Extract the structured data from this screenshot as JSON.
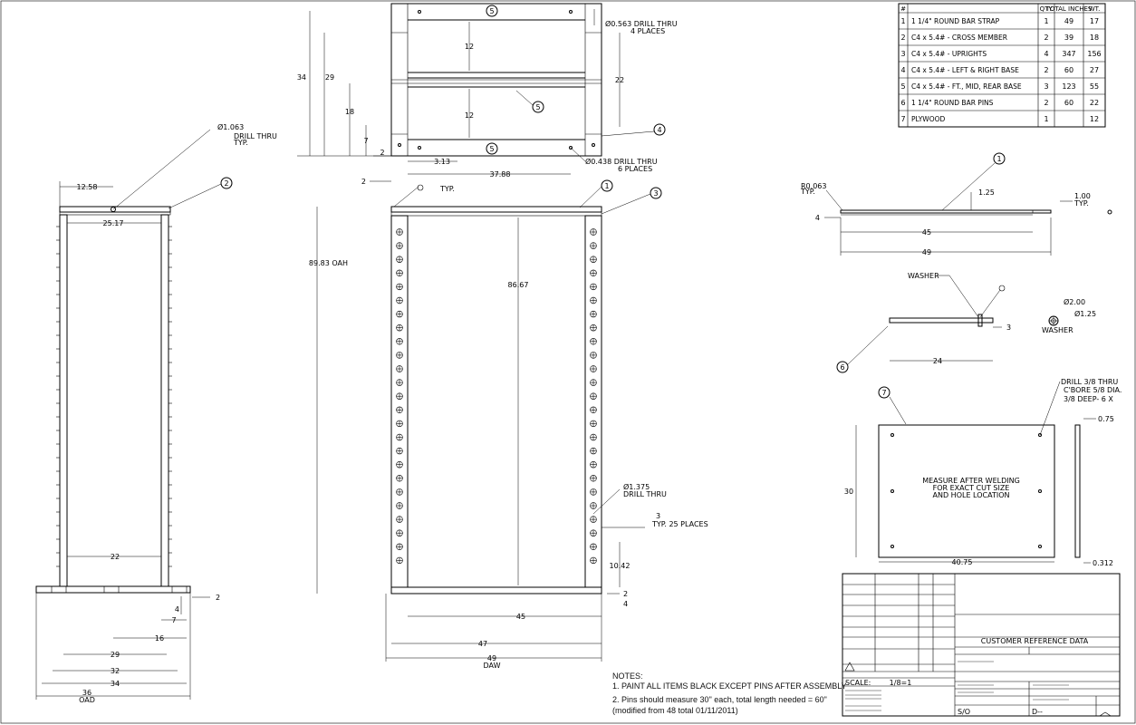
{
  "bom": {
    "headers": [
      "#",
      "",
      "QTY.",
      "TOTAL INCHES",
      "WT."
    ],
    "rows": [
      {
        "num": "1",
        "desc": "1 1/4\" ROUND BAR STRAP",
        "qty": "1",
        "inches": "49",
        "wt": "17"
      },
      {
        "num": "2",
        "desc": "C4 x 5.4# - CROSS MEMBER",
        "qty": "2",
        "inches": "39",
        "wt": "18"
      },
      {
        "num": "3",
        "desc": "C4 x 5.4# - UPRIGHTS",
        "qty": "4",
        "inches": "347",
        "wt": "156"
      },
      {
        "num": "4",
        "desc": "C4 x 5.4# - LEFT & RIGHT BASE",
        "qty": "2",
        "inches": "60",
        "wt": "27"
      },
      {
        "num": "5",
        "desc": "C4 x 5.4# - FT., MID, REAR BASE",
        "qty": "3",
        "inches": "123",
        "wt": "55"
      },
      {
        "num": "6",
        "desc": "1 1/4\" ROUND BAR PINS",
        "qty": "2",
        "inches": "60",
        "wt": "22"
      },
      {
        "num": "7",
        "desc": "PLYWOOD",
        "qty": "1",
        "inches": "",
        "wt": "12"
      }
    ]
  },
  "side_view": {
    "dim_12_58": "12.58",
    "dim_25_17": "25.17",
    "dim_22": "22",
    "dim_2": "2",
    "dim_4": "4",
    "dim_7": "7",
    "dim_16": "16",
    "dim_29": "29",
    "dim_32": "32",
    "dim_34": "34",
    "dim_36": "36",
    "oad": "OAD",
    "drill_note_1": "Ø1.063",
    "drill_note_2": "DRILL THRU",
    "drill_note_3": "TYP.",
    "balloon_2": "2"
  },
  "top_view": {
    "dim_34": "34",
    "dim_29": "29",
    "dim_18": "18",
    "dim_12a": "12",
    "dim_12b": "12",
    "dim_22": "22",
    "dim_7": "7",
    "dim_2a": "2",
    "dim_2b": "2",
    "dim_3_13": "3.13",
    "dim_37_88": "37.88",
    "hole_note_1": "Ø0.563 DRILL THRU",
    "hole_note_2": "4 PLACES",
    "hole2_note_1": "Ø0.438 DRILL THRU",
    "hole2_note_2": "6 PLACES",
    "balloon_5": "5",
    "balloon_4": "4"
  },
  "front_view": {
    "oah": "89.83 OAH",
    "dim_86_67": "86.67",
    "dim_10_42": "10.42",
    "dim_45": "45",
    "dim_47": "47",
    "dim_49": "49",
    "daw": "DAW",
    "dim_2": "2",
    "dim_4": "4",
    "typ": "TYP.",
    "pin_note_1": "Ø1.375",
    "pin_note_2": "DRILL THRU",
    "pin_note_3": "3",
    "pin_note_4": "TYP. 25 PLACES",
    "balloon_1": "1",
    "balloon_3": "3"
  },
  "strap_detail": {
    "r_note_1": "R0.063",
    "r_note_2": "TYP.",
    "dim_1_25": "1.25",
    "dim_1_00": "1.00",
    "typ": "TYP.",
    "dim_4": "4",
    "dim_45": "45",
    "dim_49": "49",
    "balloon_1": "1"
  },
  "pin_detail": {
    "washer": "WASHER",
    "dim_3": "3",
    "dim_24": "24",
    "d_2_00": "Ø2.00",
    "d_1_25": "Ø1.25",
    "washer_label": "WASHER",
    "balloon_6": "6"
  },
  "plywood_detail": {
    "balloon_7": "7",
    "note_1": "MEASURE AFTER WELDING",
    "note_2": "FOR EXACT CUT SIZE",
    "note_3": "AND HOLE LOCATION",
    "dim_30": "30",
    "dim_40_75": "40.75",
    "dim_0_75": "0.75",
    "dim_0_312": "0.312",
    "drill_1": "DRILL 3/8 THRU",
    "drill_2": "C'BORE 5/8 DIA.",
    "drill_3": "3/8 DEEP- 6 X"
  },
  "notes": {
    "heading": "NOTES:",
    "line1": "1. PAINT ALL ITEMS BLACK EXCEPT PINS AFTER ASSEMBLY",
    "line2": "2. Pins should measure 30\" each, total length needed = 60\"",
    "line3": "(modified from 48 total 01/11/2011)"
  },
  "title_block": {
    "customer_ref": "CUSTOMER REFERENCE DATA",
    "scale_label": "SCALE:",
    "scale_value": "1/8=1",
    "so_label": "S/O",
    "d_label": "D--"
  }
}
